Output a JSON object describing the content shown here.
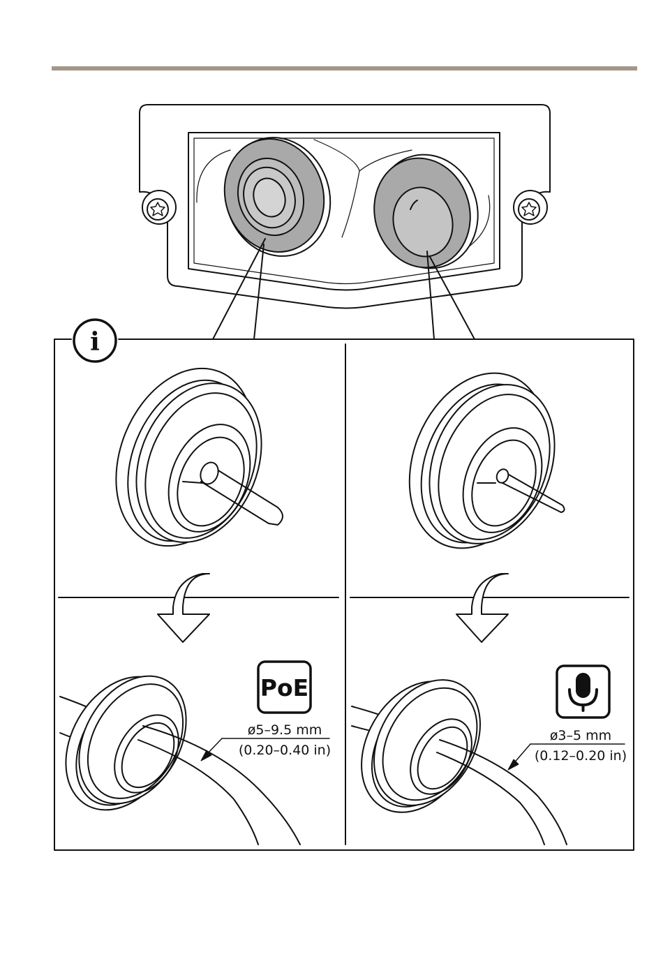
{
  "colors": {
    "rule": "#a3968a",
    "line": "#111111",
    "grommet_fill": "#a9a9a9",
    "background": "#ffffff"
  },
  "icons": {
    "info": "info-icon",
    "left_badge": "poe-badge",
    "right_badge": "microphone-icon",
    "arrow": "curved-down-arrow-icon"
  },
  "info_badge": {
    "glyph": "i"
  },
  "left_panel": {
    "badge_text": "PoE",
    "dimension_metric": "ø5–9.5 mm",
    "dimension_imperial": "(0.20–0.40 in)"
  },
  "right_panel": {
    "dimension_metric": "ø3–5 mm",
    "dimension_imperial": "(0.12–0.20 in)"
  }
}
